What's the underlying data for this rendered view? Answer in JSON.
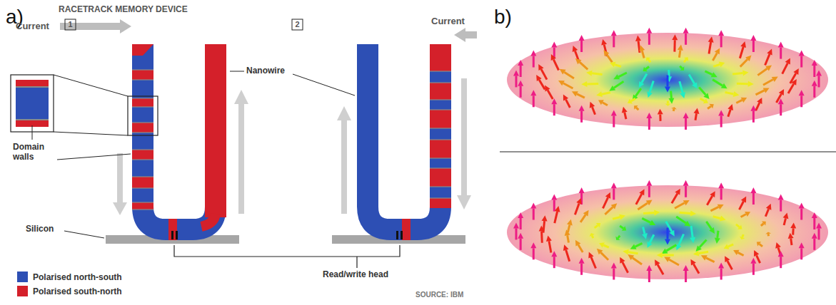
{
  "diagram": {
    "title": "RACETRACK MEMORY DEVICE",
    "labels": [
      "a)",
      "1",
      "Current",
      "Domain walls",
      "Nanowire",
      "Silicon",
      "2",
      "Current",
      "Read/write head",
      "SOURCE: IBM",
      "b)"
    ],
    "legend": [
      {
        "text": "Polarised north-south",
        "color": "#2d4fb4"
      },
      {
        "text": "Polarised south-north",
        "color": "#d4202a"
      }
    ]
  }
}
